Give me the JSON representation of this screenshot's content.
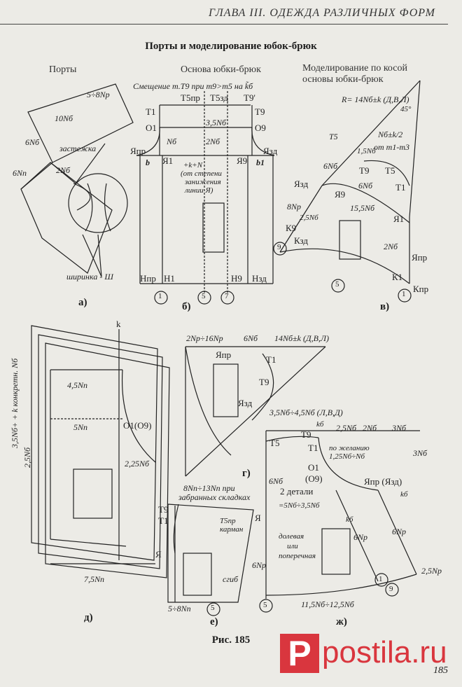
{
  "header": {
    "chapter_title": "ГЛАВА III. ОДЕЖДА РАЗЛИЧНЫХ ФОРМ"
  },
  "page_title": "Порты и моделирование юбок-брюк",
  "panels": {
    "a": {
      "caption": "Порты",
      "letter": "а)",
      "labels": [
        "10Nб",
        "5÷8Nр",
        "6Nб",
        "застежка",
        "2Nб",
        "6Nп",
        "ширинка - Ш"
      ]
    },
    "b": {
      "caption": "Основа юбки-брюк",
      "letter": "б)",
      "shift_note": "Смещение т.Т9 при т9>т5 на k̃б",
      "labels": [
        "Т5пр",
        "Т5зд",
        "Т9'",
        "Т1",
        "Т9",
        "О1",
        "О9",
        "Nб",
        "Япр",
        "Язд",
        "Я1",
        "Я9",
        "b",
        "b1",
        "2Nб",
        "3,5Nб",
        "+k+N",
        "(от степени",
        "занижения",
        "линии Я)",
        "Нпр",
        "Н1",
        "Н9",
        "Нзд",
        "1",
        "5",
        "7"
      ]
    },
    "v": {
      "caption": "Моделирование по косой основы юбки-брюк",
      "letter": "в)",
      "labels": [
        "R= 14Nб±k (Д,В,Л)",
        "Т5",
        "45°",
        "Nб±k/2",
        "от т1-т3",
        "6Nб",
        "1,5Nб",
        "Т9",
        "Т5",
        "Т1",
        "Язд",
        "Я9",
        "6Nб",
        "8Nр",
        "2,5Nб",
        "15,5Nб",
        "К9",
        "Кзд",
        "Я1",
        "2Nб",
        "Япр",
        "К1",
        "Кпр",
        "9",
        "5",
        "1"
      ]
    },
    "d": {
      "letter": "д)",
      "k_label": "k",
      "labels": [
        "3,5Nб+ + k конкретн. Nб",
        "4,5Nп",
        "2,5Nб",
        "5Nп",
        "О1(О9)",
        "2,25Nб",
        "7,5Nп"
      ]
    },
    "g": {
      "letter": "г)",
      "labels": [
        "2Nр÷16Nр",
        "6Nб",
        "14Nб±k (Д,В,Л)",
        "Япр",
        "Т1",
        "Т9",
        "Язд",
        "3,5Nб÷4,5Nб (Л,В,Д)"
      ]
    },
    "e": {
      "letter": "е)",
      "labels": [
        "8Nп÷13Nп при",
        "забранных складках",
        "Т9",
        "Т1",
        "Т5пр",
        "карман",
        "Я",
        "сгиб",
        "5÷8Nп",
        "5"
      ]
    },
    "zh": {
      "letter": "ж)",
      "labels": [
        "2,5Nб",
        "2Nб",
        "3Nб",
        "Т9",
        "kб",
        "Т5",
        "Т1",
        "по желанию",
        "1,25Nб÷Nб",
        "3Nб",
        "О1",
        "(О9)",
        "6Nб",
        "Япр (Язд)",
        "kб",
        "2 детали",
        "=5Nб÷3,5Nб",
        "Я",
        "kб",
        "6Nр",
        "6Nр",
        "долевая",
        "или",
        "поперечная",
        "2,5Nр",
        "6Nр",
        "1",
        "9",
        "5",
        "11,5Nб÷12,5Nб"
      ]
    }
  },
  "figure_caption": "Рис. 185",
  "page_number": "185",
  "watermark": {
    "text": "postila.ru",
    "brand_color": "#d9363e",
    "letter": "P"
  },
  "colors": {
    "paper": "#ecebe6",
    "ink": "#1d1d1d"
  }
}
